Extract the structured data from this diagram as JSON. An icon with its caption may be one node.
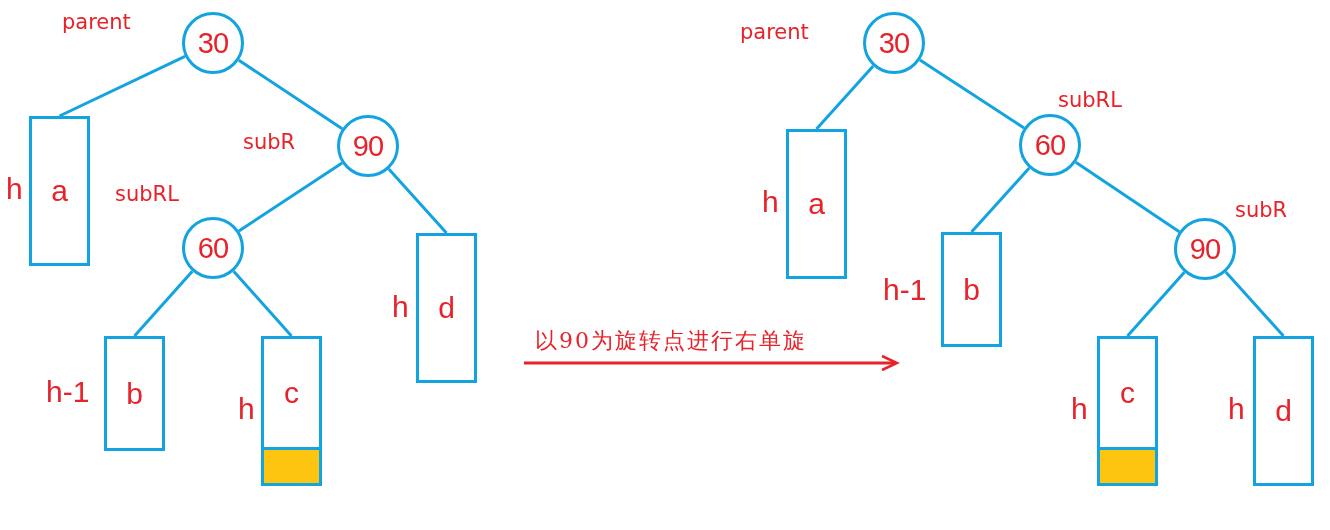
{
  "diagram": {
    "nodes": [
      {
        "text": [
          "30"
        ],
        "beside": [
          "parent"
        ]
      },
      {
        "text": [
          "a"
        ],
        "beside": [
          "h"
        ]
      },
      {
        "text": [
          "90"
        ],
        "beside": [
          "subR"
        ]
      },
      {
        "text": [
          "60"
        ],
        "beside": [
          "subRL"
        ]
      },
      {
        "text": [
          "b"
        ],
        "beside": [
          "h-1"
        ]
      },
      {
        "text": [
          "c"
        ],
        "beside": [
          "h"
        ]
      },
      {
        "text": [],
        "shape": "bar",
        "in": 5
      },
      {
        "text": [
          "d"
        ],
        "beside": [
          "h"
        ]
      },
      {
        "text": [
          "30"
        ],
        "beside": [
          "parent"
        ]
      },
      {
        "text": [
          "a"
        ],
        "beside": [
          "h"
        ]
      },
      {
        "text": [
          "60"
        ],
        "beside": [
          "subRL"
        ]
      },
      {
        "text": [
          "b"
        ],
        "beside": [
          "h-1"
        ]
      },
      {
        "text": [
          "90"
        ],
        "beside": [
          "subR"
        ]
      },
      {
        "text": [
          "c"
        ],
        "beside": [
          "h"
        ]
      },
      {
        "text": [],
        "shape": "bar",
        "in": 13
      },
      {
        "text": [
          "d"
        ],
        "beside": [
          "h"
        ]
      }
    ],
    "edges": [
      {
        "from": 0,
        "to": 1,
        "arrow": "none"
      },
      {
        "from": 0,
        "to": 2,
        "arrow": "none"
      },
      {
        "from": 2,
        "to": 3,
        "arrow": "none"
      },
      {
        "from": 2,
        "to": 7,
        "arrow": "none"
      },
      {
        "from": 3,
        "to": 4,
        "arrow": "none"
      },
      {
        "from": 3,
        "to": 5,
        "arrow": "none"
      },
      {
        "from": 8,
        "to": 9,
        "arrow": "none"
      },
      {
        "from": 8,
        "to": 10,
        "arrow": "none"
      },
      {
        "from": 10,
        "to": 11,
        "arrow": "none"
      },
      {
        "from": 10,
        "to": 12,
        "arrow": "none"
      },
      {
        "from": 12,
        "to": 13,
        "arrow": "none"
      },
      {
        "from": 12,
        "to": 15,
        "arrow": "none"
      }
    ],
    "labels": [
      "以90为旋转点进行右单旋"
    ]
  }
}
